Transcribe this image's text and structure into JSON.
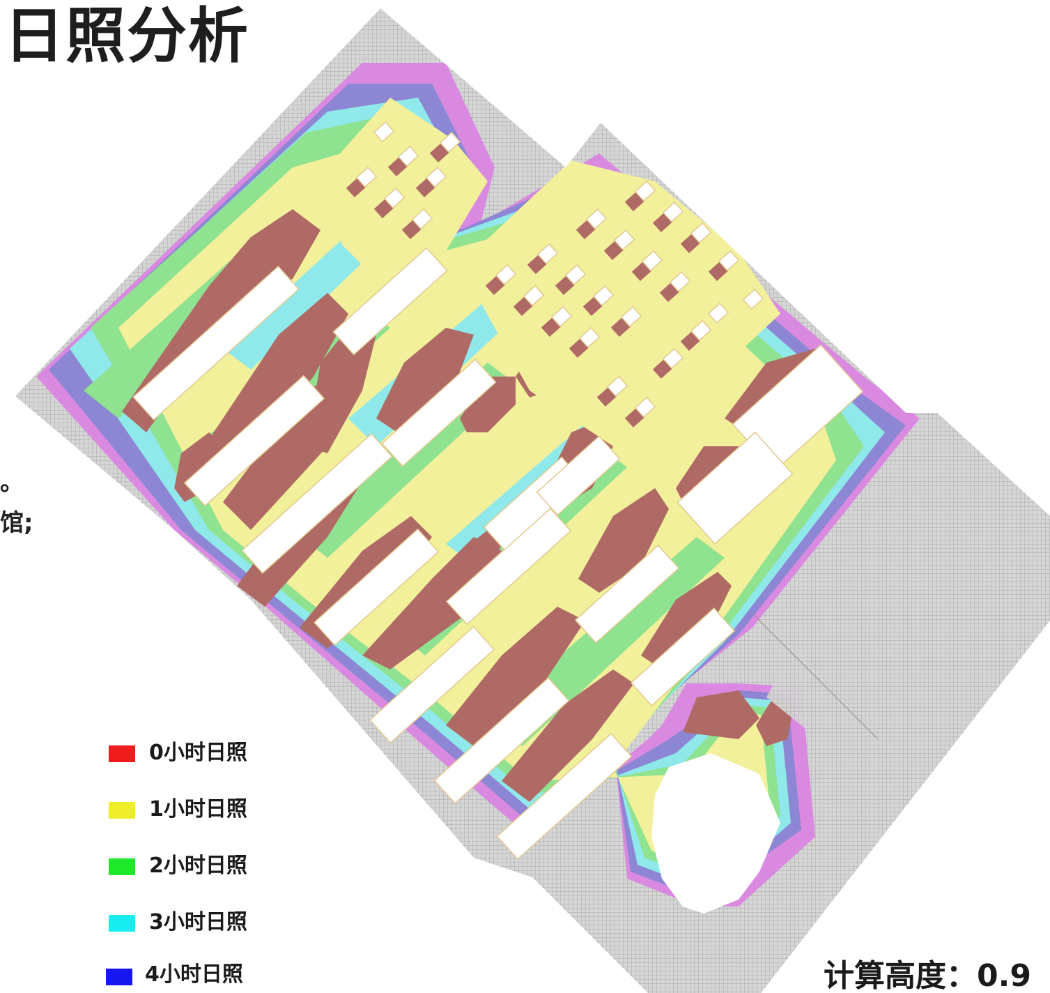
{
  "title": "日照分析",
  "side_text": [
    "。",
    "馆;"
  ],
  "legend": [
    {
      "label": "0小时日照",
      "color": "#ee1c1c"
    },
    {
      "label": "1小时日照",
      "color": "#f0ee2a"
    },
    {
      "label": "2小时日照",
      "color": "#1fe82a"
    },
    {
      "label": "3小时日照",
      "color": "#17ecee"
    },
    {
      "label": "4小时日照",
      "color": "#1616ee"
    }
  ],
  "calc_height": "计算高度：0.9",
  "map_colors": {
    "grid": "#b9b9b9",
    "magenta": "#d98ae0",
    "blue": "#6c6cc8",
    "cyan": "#8fe8ea",
    "green": "#8fe290",
    "yellow": "#f2f09a",
    "red": "#b06a66",
    "building": "#ffffff",
    "outline": "#e2c890"
  }
}
